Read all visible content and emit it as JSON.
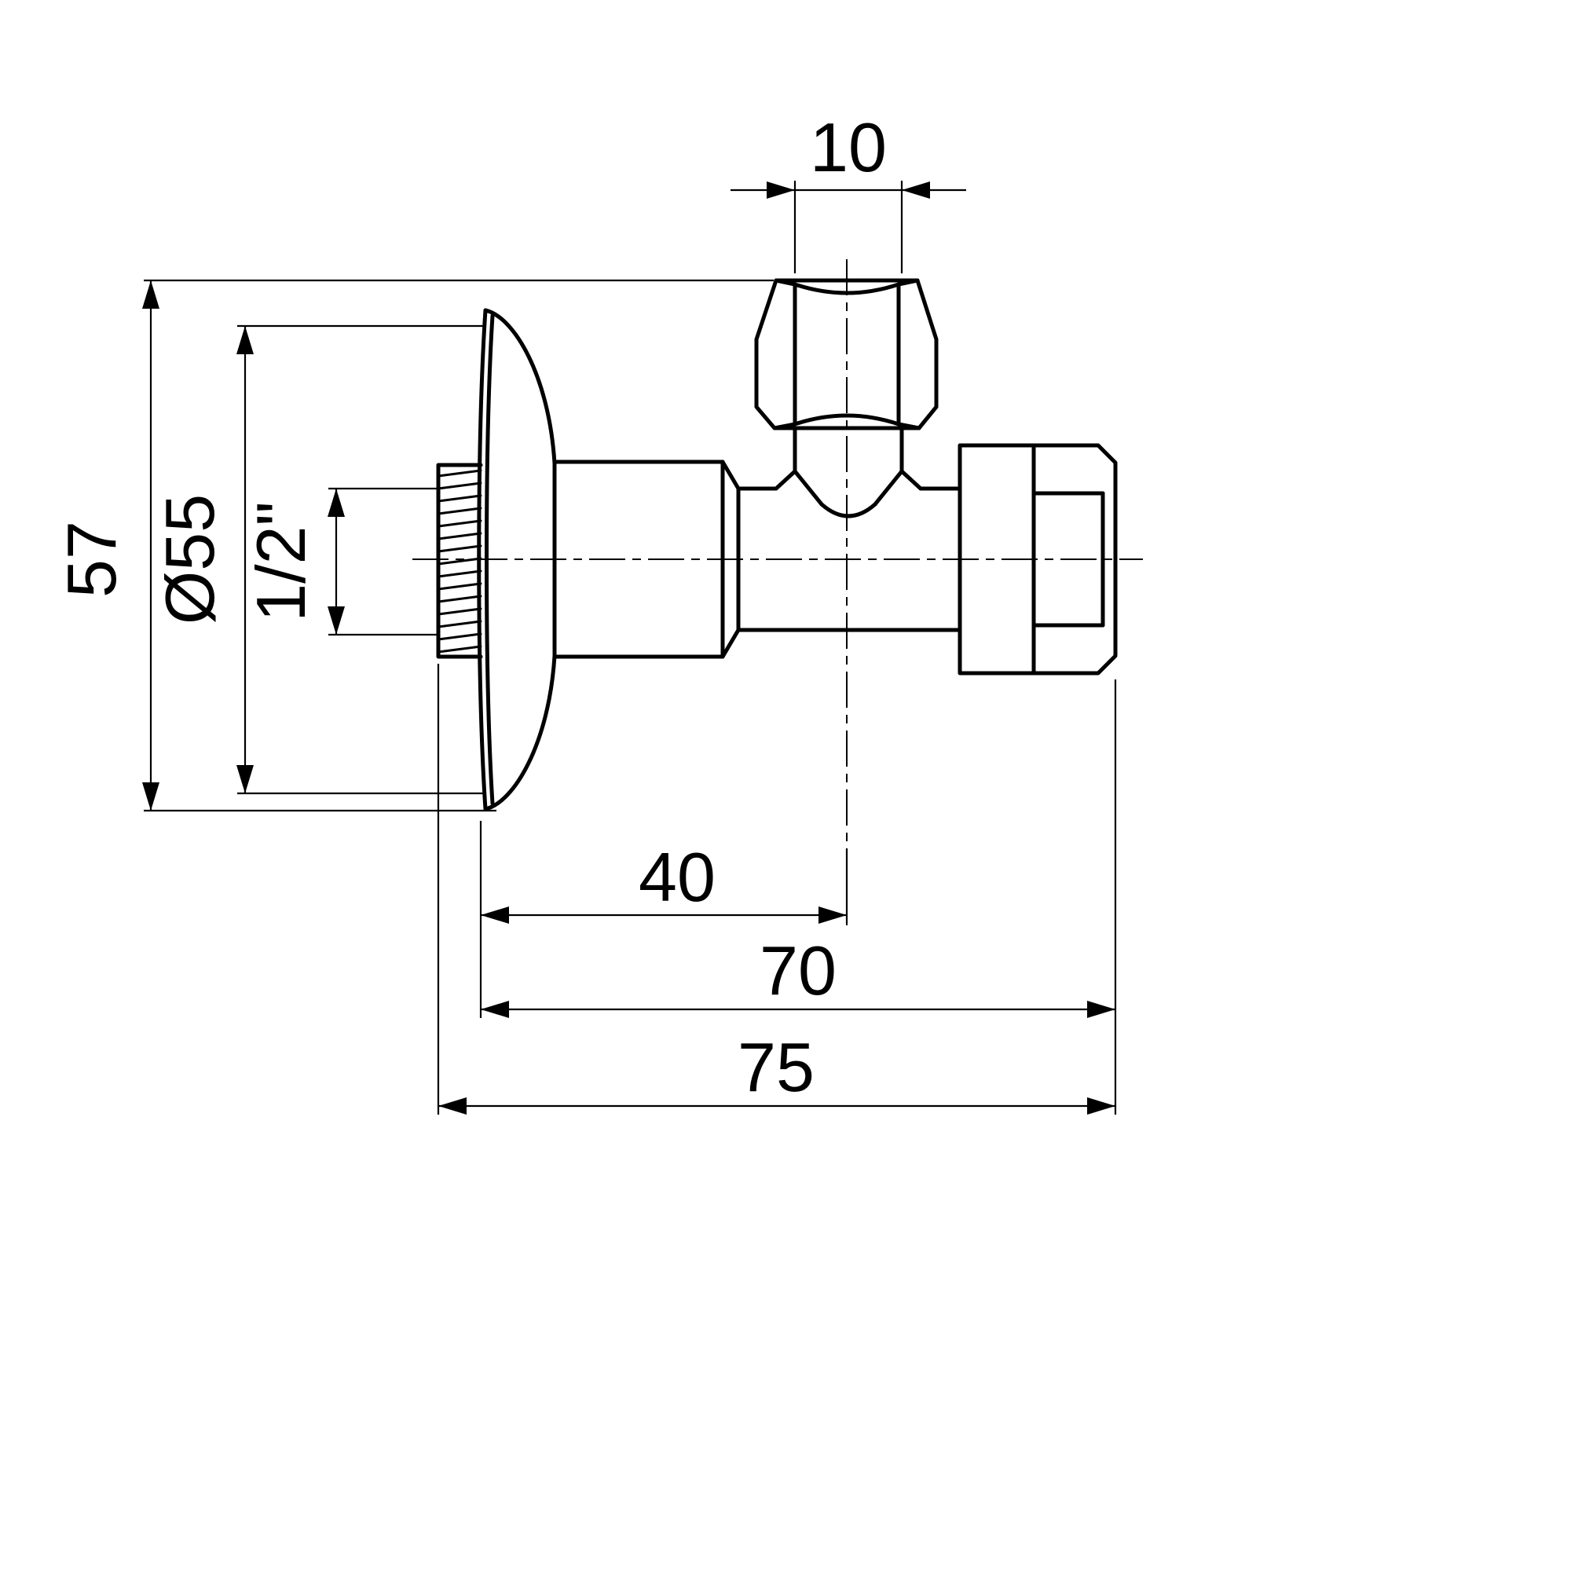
{
  "drawing": {
    "kind": "technical-dimension-drawing",
    "line_color": "#000000",
    "background_color": "#ffffff",
    "dimensions": {
      "top_pipe_width": "10",
      "overall_height": "57",
      "flange_diameter": "Ø55",
      "thread_size": "1/2\"",
      "flange_to_center": "40",
      "flange_to_outlet": "70",
      "overall_length": "75"
    }
  }
}
